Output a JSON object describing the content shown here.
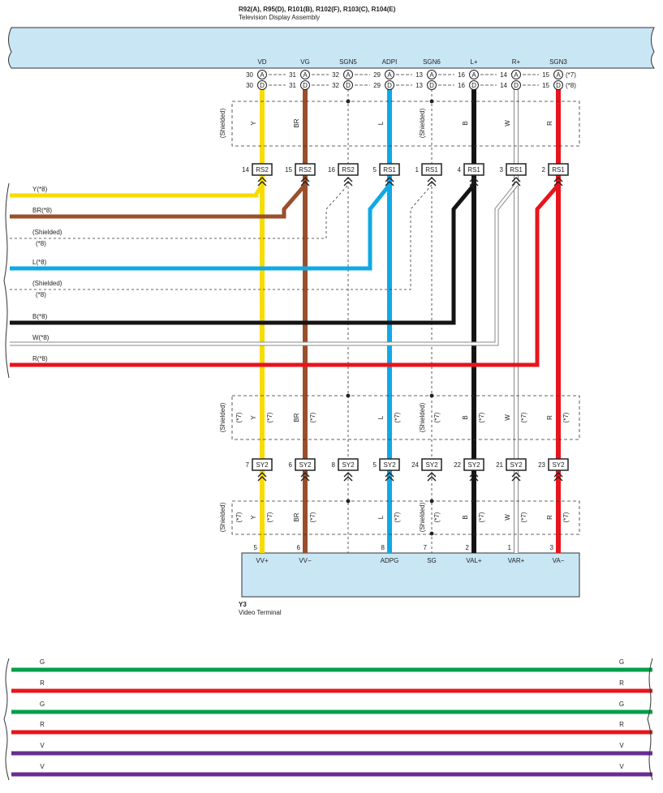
{
  "header": {
    "component_codes": "R92(A), R95(D), R101(B), R102(F), R103(C), R104(E)",
    "component_name": "Television Display Assembly"
  },
  "terminal": {
    "code": "Y3",
    "name": "Video Terminal"
  },
  "colors": {
    "Y": "#f7dc00",
    "BR": "#9a4f2b",
    "L": "#10a9e6",
    "B": "#141414",
    "W": "#bfbfbf",
    "R": "#e8141c",
    "G": "#00a04a",
    "V": "#6a2c91",
    "panel": "#c9e6f5"
  },
  "labels": {
    "shielded": "(Shielded)",
    "n7": "(*7)",
    "n8": "(*8)"
  },
  "columns": [
    {
      "key": "vd",
      "signal": "VD",
      "color": "Y",
      "wire": "Y",
      "a_pin": "30",
      "d_pin": "30",
      "rs_pin": "14",
      "rs_conn": "RS2",
      "sy_pin": "7",
      "sy_conn": "SY2",
      "term_pin": "5",
      "term_label": "VV+",
      "shielded": false
    },
    {
      "key": "vg",
      "signal": "VG",
      "color": "BR",
      "wire": "BR",
      "a_pin": "31",
      "d_pin": "31",
      "rs_pin": "15",
      "rs_conn": "RS2",
      "sy_pin": "6",
      "sy_conn": "SY2",
      "term_pin": "6",
      "term_label": "VV−",
      "shielded": false
    },
    {
      "key": "sgn5",
      "signal": "SGN5",
      "color": "",
      "wire": "",
      "a_pin": "32",
      "d_pin": "32",
      "rs_pin": "16",
      "rs_conn": "RS2",
      "sy_pin": "8",
      "sy_conn": "SY2",
      "term_pin": "",
      "term_label": "",
      "shielded": true
    },
    {
      "key": "adpi",
      "signal": "ADPI",
      "color": "L",
      "wire": "L",
      "a_pin": "29",
      "d_pin": "29",
      "rs_pin": "5",
      "rs_conn": "RS1",
      "sy_pin": "5",
      "sy_conn": "SY2",
      "term_pin": "8",
      "term_label": "ADPG",
      "shielded": false
    },
    {
      "key": "sgn6",
      "signal": "SGN6",
      "color": "",
      "wire": "",
      "a_pin": "13",
      "d_pin": "13",
      "rs_pin": "1",
      "rs_conn": "RS1",
      "sy_pin": "24",
      "sy_conn": "SY2",
      "term_pin": "7",
      "term_label": "SG",
      "shielded": true
    },
    {
      "key": "lplus",
      "signal": "L+",
      "color": "B",
      "wire": "B",
      "a_pin": "16",
      "d_pin": "16",
      "rs_pin": "4",
      "rs_conn": "RS1",
      "sy_pin": "22",
      "sy_conn": "SY2",
      "term_pin": "2",
      "term_label": "VAL+",
      "shielded": false
    },
    {
      "key": "rplus",
      "signal": "R+",
      "color": "W",
      "wire": "W",
      "a_pin": "14",
      "d_pin": "14",
      "rs_pin": "3",
      "rs_conn": "RS1",
      "sy_pin": "21",
      "sy_conn": "SY2",
      "term_pin": "1",
      "term_label": "VAR+",
      "shielded": false
    },
    {
      "key": "sgn3",
      "signal": "SGN3",
      "color": "R",
      "wire": "R",
      "a_pin": "15",
      "d_pin": "15",
      "rs_pin": "2",
      "rs_conn": "RS1",
      "sy_pin": "23",
      "sy_conn": "SY2",
      "term_pin": "3",
      "term_label": "VA−",
      "shielded": false
    }
  ],
  "pin_notes": {
    "a": "(*7)",
    "d": "(*8)"
  },
  "left_wires": [
    {
      "key": "y",
      "label": "Y(*8)",
      "color": "Y",
      "col": 0,
      "dashed": false
    },
    {
      "key": "br",
      "label": "BR(*8)",
      "color": "BR",
      "col": 1,
      "dashed": false
    },
    {
      "key": "sh1",
      "label": "(Shielded)",
      "sub": "(*8)",
      "color": "",
      "col": 2,
      "dashed": true
    },
    {
      "key": "l",
      "label": "L(*8)",
      "color": "L",
      "col": 3,
      "dashed": false
    },
    {
      "key": "sh2",
      "label": "(Shielded)",
      "sub": "(*8)",
      "color": "",
      "col": 4,
      "dashed": true
    },
    {
      "key": "b",
      "label": "B(*8)",
      "color": "B",
      "col": 5,
      "dashed": false
    },
    {
      "key": "w",
      "label": "W(*8)",
      "color": "W",
      "col": 6,
      "dashed": false
    },
    {
      "key": "r",
      "label": "R(*8)",
      "color": "R",
      "col": 7,
      "dashed": false
    }
  ],
  "bottom_wires": [
    {
      "key": "g1",
      "label": "G",
      "color": "G"
    },
    {
      "key": "r1",
      "label": "R",
      "color": "R"
    },
    {
      "key": "g2",
      "label": "G",
      "color": "G"
    },
    {
      "key": "r2",
      "label": "R",
      "color": "R"
    },
    {
      "key": "v1",
      "label": "V",
      "color": "V"
    },
    {
      "key": "v2",
      "label": "V",
      "color": "V"
    }
  ]
}
